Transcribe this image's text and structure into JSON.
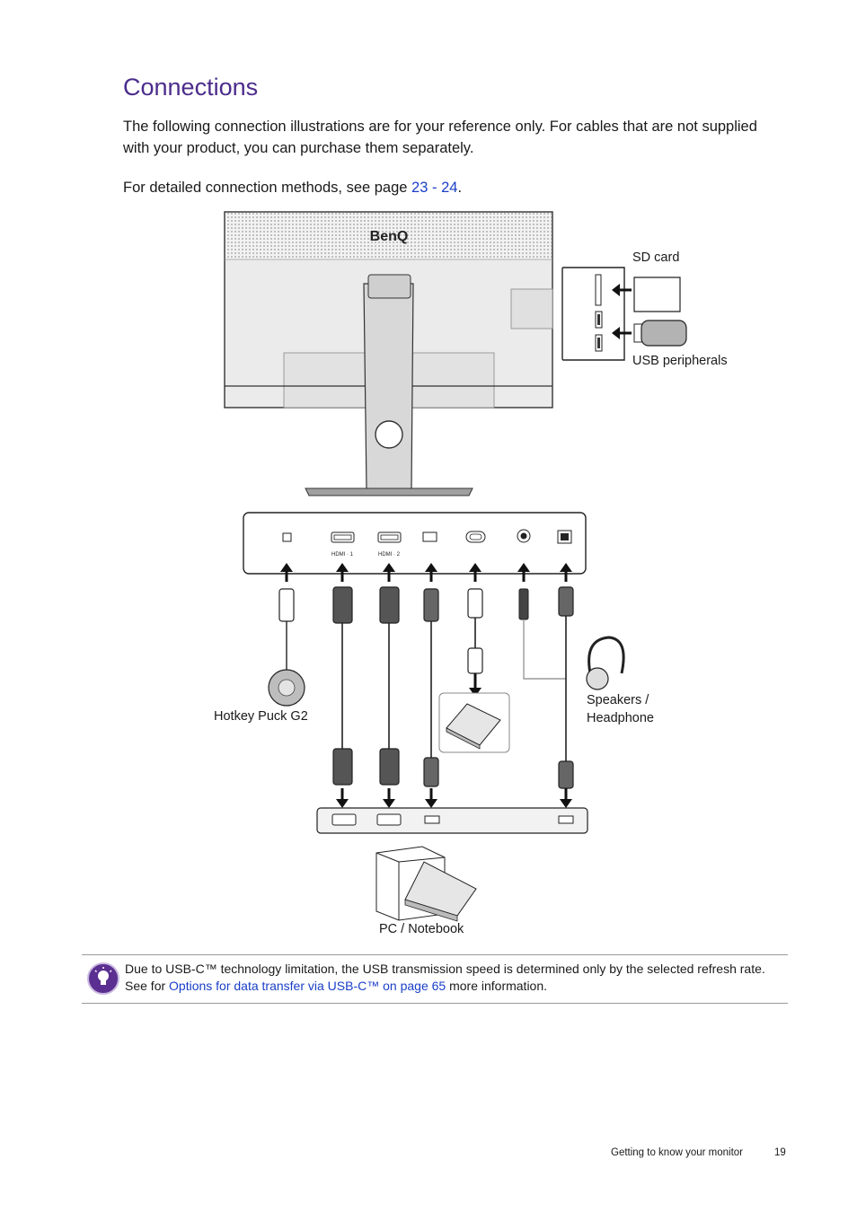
{
  "heading": "Connections",
  "intro": "The following connection illustrations are for your reference only. For cables that are not supplied with your product, you can purchase them separately.",
  "detail": {
    "prefix": "For detailed connection methods, see page ",
    "page_start": "23",
    "separator": " - ",
    "page_end": "24",
    "suffix": "."
  },
  "diagram": {
    "brand": "BenQ",
    "labels": {
      "sd_card": "SD card",
      "usb_peripherals": "USB peripherals",
      "hotkey_puck": "Hotkey Puck G2",
      "speakers": "Speakers /",
      "headphone": "Headphone",
      "pc_notebook": "PC / Notebook"
    },
    "ports": {
      "hdmi1": "HDMI · 1",
      "hdmi2": "HDMI · 2"
    }
  },
  "note": {
    "text_before": "Due to USB-C™ technology limitation, the USB transmission speed is determined only by the selected refresh rate. See for ",
    "link": "Options for data transfer via USB-C™ on page 65",
    "text_after": " more information."
  },
  "footer": {
    "section": "Getting to know your monitor",
    "page": "19"
  },
  "colors": {
    "heading": "#4b2c8c",
    "link": "#1a3fc7",
    "tip_icon": "#5b2f91"
  }
}
